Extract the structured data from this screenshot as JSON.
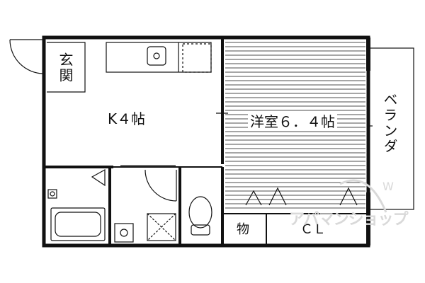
{
  "rooms": {
    "entrance": "玄関",
    "kitchen": "K４帖",
    "western_room": "洋室６．４帖",
    "storage": "物",
    "closet": "ＣＬ",
    "veranda": "ベランダ"
  },
  "watermark": {
    "brand_text": "アパマンショップ",
    "mark": "W"
  },
  "colors": {
    "line": "#111111",
    "background": "#ffffff",
    "watermark": "#d9d9d9"
  }
}
